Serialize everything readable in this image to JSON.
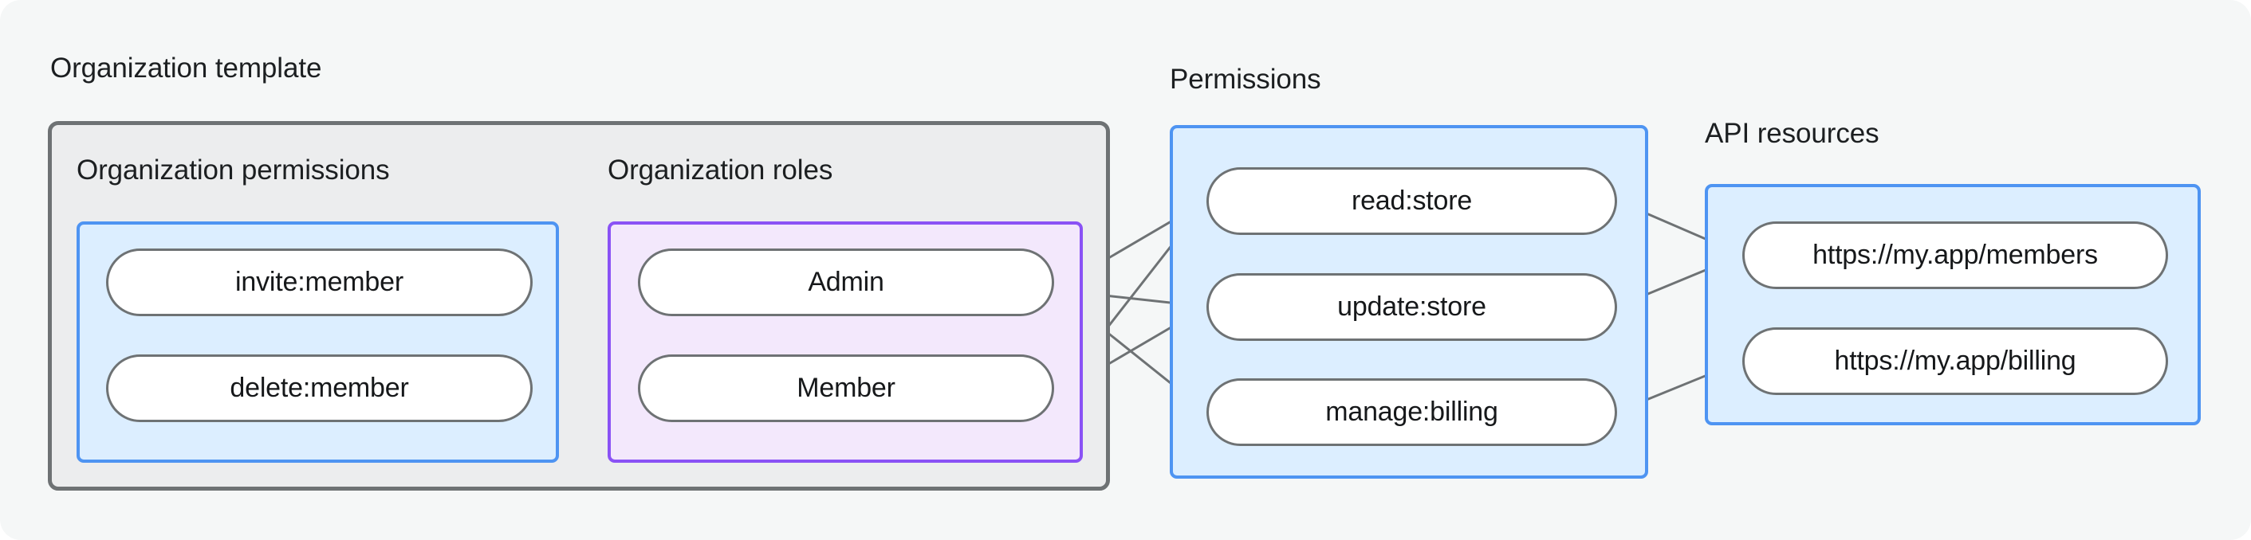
{
  "diagram": {
    "title_labels": {
      "organization_template": "Organization template",
      "permissions": "Permissions",
      "api_resources": "API resources"
    },
    "sub_labels": {
      "organization_permissions": "Organization permissions",
      "organization_roles": "Organization roles"
    },
    "colors": {
      "page_background": "#f5f7f7",
      "outer_group_fill": "#ecedee",
      "outer_group_border": "#6e7274",
      "blue_group_fill": "#dceeff",
      "blue_group_border": "#4e94f2",
      "purple_group_fill": "#f3e8fc",
      "purple_group_border": "#8a52f5",
      "node_fill": "#ffffff",
      "node_border": "#6e7274",
      "edge_stroke": "#6e7274",
      "text": "#16181a"
    },
    "groups": [
      {
        "id": "organization-template",
        "label": "Organization template",
        "style": "outer-gray",
        "subgroups": [
          {
            "id": "organization-permissions",
            "label": "Organization permissions",
            "style": "blue",
            "nodes": [
              {
                "id": "invite-member",
                "label": "invite:member"
              },
              {
                "id": "delete-member",
                "label": "delete:member"
              }
            ]
          },
          {
            "id": "organization-roles",
            "label": "Organization roles",
            "style": "purple",
            "nodes": [
              {
                "id": "admin",
                "label": "Admin"
              },
              {
                "id": "member",
                "label": "Member"
              }
            ]
          }
        ]
      },
      {
        "id": "permissions",
        "label": "Permissions",
        "style": "blue",
        "nodes": [
          {
            "id": "read-store",
            "label": "read:store"
          },
          {
            "id": "update-store",
            "label": "update:store"
          },
          {
            "id": "manage-billing",
            "label": "manage:billing"
          }
        ]
      },
      {
        "id": "api-resources",
        "label": "API resources",
        "style": "blue",
        "nodes": [
          {
            "id": "members-url",
            "label": "https://my.app/members"
          },
          {
            "id": "billing-url",
            "label": "https://my.app/billing"
          }
        ]
      }
    ],
    "edges": [
      {
        "from": "invite-member",
        "to": "admin"
      },
      {
        "from": "invite-member",
        "to": "member"
      },
      {
        "from": "delete-member",
        "to": "member"
      },
      {
        "from": "admin",
        "to": "read-store"
      },
      {
        "from": "admin",
        "to": "update-store"
      },
      {
        "from": "admin",
        "to": "manage-billing"
      },
      {
        "from": "member",
        "to": "read-store"
      },
      {
        "from": "member",
        "to": "update-store"
      },
      {
        "from": "read-store",
        "to": "members-url"
      },
      {
        "from": "update-store",
        "to": "members-url"
      },
      {
        "from": "manage-billing",
        "to": "billing-url"
      }
    ]
  }
}
